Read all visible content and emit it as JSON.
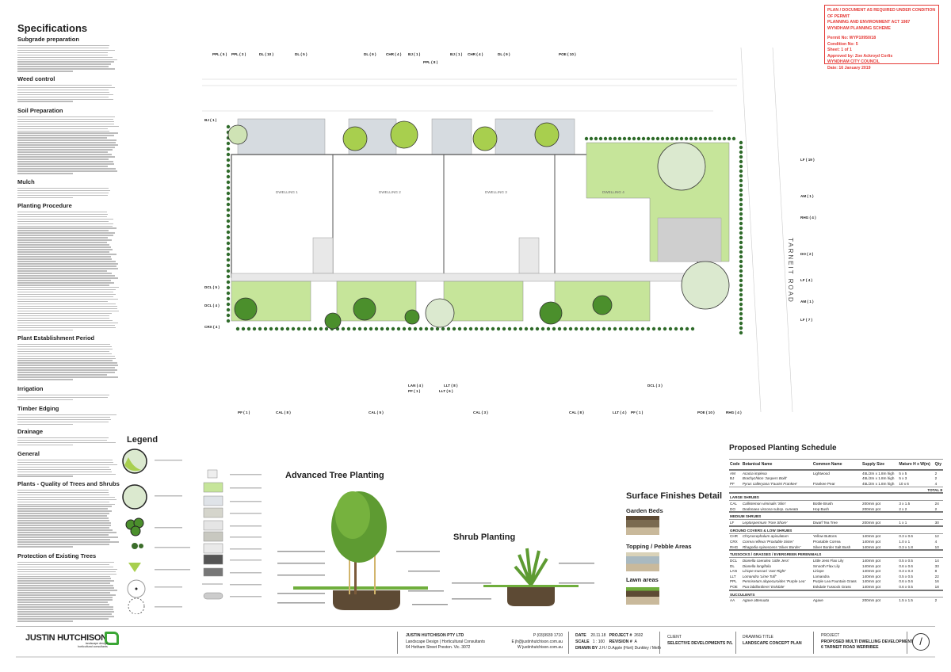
{
  "stamp": {
    "lines": [
      "PLAN / DOCUMENT AS REQUIRED UNDER CONDITION OF PERMIT",
      "PLANNING AND ENVIRONMENT ACT 1987",
      "WYNDHAM PLANNING SCHEME"
    ],
    "permit": "Permit No: WYP10950/18",
    "condition": "Condition No: 5",
    "sheet": "Sheet: 1 of 1",
    "approved": "Approved by: Zoe Ackroyd Corlis",
    "council": "WYNDHAM CITY COUNCIL",
    "date": "Date: 16 January 2019",
    "color": "#e53935"
  },
  "specifications": {
    "title": "Specifications",
    "sections": [
      "Subgrade preparation",
      "Weed control",
      "Soil Preparation",
      "Mulch",
      "Planting Procedure",
      "Plant Establishment Period",
      "Irrigation",
      "Timber Edging",
      "Drainage",
      "General",
      "Plants - Quality of Trees and Shrubs",
      "Protection of Existing Trees"
    ]
  },
  "plan": {
    "road": "TARNEIT ROAD",
    "top_labels": [
      "PPL ( 5 )",
      "PPL ( 3 )",
      "DL ( 10 )",
      "DL ( 5 )",
      "DL ( 9 )",
      "CHR ( 4 )",
      "BJ ( 1 )",
      "PPL ( 8 )",
      "BJ ( 1 )",
      "CHR ( 4 )",
      "DL ( 9 )",
      "POE ( 10 )"
    ],
    "bottom_labels": [
      "PF ( 1 )",
      "CAL ( 8 )",
      "CAL ( 5 )",
      "LAN ( 4 )",
      "PF ( 1 )",
      "LLT ( 8 )",
      "LLT ( 6 )",
      "CAL ( 3 )",
      "CAL ( 8 )",
      "LLT ( 4 )",
      "PF ( 1 )",
      "DCL ( 3 )",
      "POE ( 10 )",
      "RHG ( 4 )"
    ],
    "left_labels": [
      "BJ ( 1 )",
      "DCL ( 5 )",
      "DCL ( 4 )",
      "CRX ( 4 )"
    ],
    "right_labels": [
      "LF ( 19 )",
      "AM ( 1 )",
      "RHG ( 4 )",
      "DO ( 2 )",
      "LF ( 4 )",
      "AM ( 1 )",
      "LF ( 7 )"
    ],
    "dwellings": [
      "DWELLING 1",
      "DWELLING 2",
      "DWELLING 3",
      "DWELLING 4"
    ]
  },
  "legend": {
    "title": "Legend"
  },
  "tree_planting": {
    "title": "Advanced Tree Planting"
  },
  "shrub_planting": {
    "title": "Shrub Planting"
  },
  "surface": {
    "title": "Surface Finishes Detail",
    "items": [
      "Garden Beds",
      "Topping / Pebble Areas",
      "Lawn areas"
    ]
  },
  "schedule": {
    "title": "Proposed Planting Schedule",
    "headers": [
      "Code",
      "Botanical Name",
      "Common Name",
      "Supply Size",
      "Mature H x W(m)",
      "Qty"
    ],
    "groups": [
      {
        "name": "",
        "rows": [
          [
            "AM",
            "Acacia implexa",
            "Lightwood",
            "45L/2m x 1.8m high",
            "5 x 5",
            "2"
          ],
          [
            "BJ",
            "Brachychiton 'Jaspers Bold'",
            "",
            "45L/2m x 1.8m high",
            "5 x 3",
            "2"
          ],
          [
            "PF",
            "Pyrus calleryana 'Fauriei Frankee'",
            "Frankee Pear",
            "45L/2m x 1.8m high",
            "10 x 6",
            "4"
          ]
        ],
        "total": "TOTAL   8"
      },
      {
        "name": "LARGE SHRUBS",
        "rows": [
          [
            "CAL",
            "Callistemon viminalis 'Slim'",
            "Bottle Brush",
            "200mm pot",
            "3 x 1.5",
            "24"
          ],
          [
            "DO",
            "Dodonaea viscosa subsp. cuneata",
            "Hop Bush",
            "200mm pot",
            "2 x 2",
            "2"
          ]
        ]
      },
      {
        "name": "MEDIUM SHRUBS",
        "rows": [
          [
            "LF",
            "Leptospermum 'Fore Shore'",
            "Dwarf Tea Tree",
            "200mm pot",
            "1 x 1",
            "30"
          ]
        ]
      },
      {
        "name": "GROUND COVERS & LOW SHRUBS",
        "rows": [
          [
            "CHR",
            "Chrysocephalum apiculatum",
            "Yellow Buttons",
            "140mm pot",
            "0.3 x 0.6",
            "12"
          ],
          [
            "CRX",
            "Correa reflexa 'Proxtable Sister'",
            "Proxtable Correa",
            "140mm pot",
            "1.0 x 1",
            "4"
          ],
          [
            "RHG",
            "Rhagodia spinescens 'Silver Border'",
            "Silver Border Salt Bush",
            "140mm pot",
            "0.3 x 1.8",
            "10"
          ]
        ]
      },
      {
        "name": "TUSSOCKS / GRASSES / EVERGREEN PERENNIALS",
        "rows": [
          [
            "DCL",
            "Dianella caerulea 'Little Jess'",
            "Little Jess Flax Lily",
            "140mm pot",
            "0.5 x 0.5",
            "14"
          ],
          [
            "DL",
            "Dianella longifolia",
            "Smooth Flax Lily",
            "140mm pot",
            "0.6 x 0.6",
            "33"
          ],
          [
            "LAN",
            "Liriope muscari 'Just Right'",
            "Liriope",
            "140mm pot",
            "0.3 x 0.3",
            "8"
          ],
          [
            "LLT",
            "Lomandra 'Lime Tuff'",
            "Lomandra",
            "140mm pot",
            "0.5 x 0.5",
            "22"
          ],
          [
            "PPL",
            "Pennisetum alopecuroides 'Purple Lea'",
            "Purple Lea Fountain Grass",
            "140mm pot",
            "0.6 x 0.6",
            "16"
          ],
          [
            "POE",
            "Poa labillardierei 'Eskdale'",
            "Eskdale Tussock Grass",
            "140mm pot",
            "0.6 x 0.5",
            "18"
          ]
        ]
      },
      {
        "name": "SUCCULENTS",
        "rows": [
          [
            "AA",
            "Agave attenuata",
            "Agave",
            "200mm pot",
            "1.5 x 1.5",
            "2"
          ]
        ]
      }
    ]
  },
  "title_block": {
    "logo": "JUSTIN HUTCHISON",
    "logo_sub1": "landscape design",
    "logo_sub2": "horticultural consultants",
    "company": "JUSTIN HUTCHISON PTY LTD",
    "company_desc": "Landscape Design | Horticultural Consultants",
    "address": "64 Hotham Street Preston. Vic. 3072",
    "phone": "P  (03)9939 1710",
    "email": "E  jh@justinhutchison.com.au",
    "web": "W  justinhutchison.com.au",
    "date_label": "DATE",
    "date": "20.11.18",
    "scale_label": "SCALE",
    "scale": "1 : 100",
    "drawn_label": "DRAWN BY",
    "drawn": "J.H / D.Apple (Hort) Dunkley / Melb",
    "project_no_label": "PROJECT #",
    "project_no": "2602",
    "revision_label": "REVISION #",
    "revision": "A",
    "client_label": "CLIENT",
    "client": "SELECTIVE DEVELOPMENTS P/L",
    "drawing_label": "DRAWING TITLE",
    "drawing": "LANDSCAPE CONCEPT PLAN",
    "project_label": "PROJECT",
    "project1": "PROPOSED MULTI DWELLING DEVELOPMENT",
    "project2": "6 TARNEIT ROAD WERRIBEE",
    "accent": "#3aa635"
  }
}
